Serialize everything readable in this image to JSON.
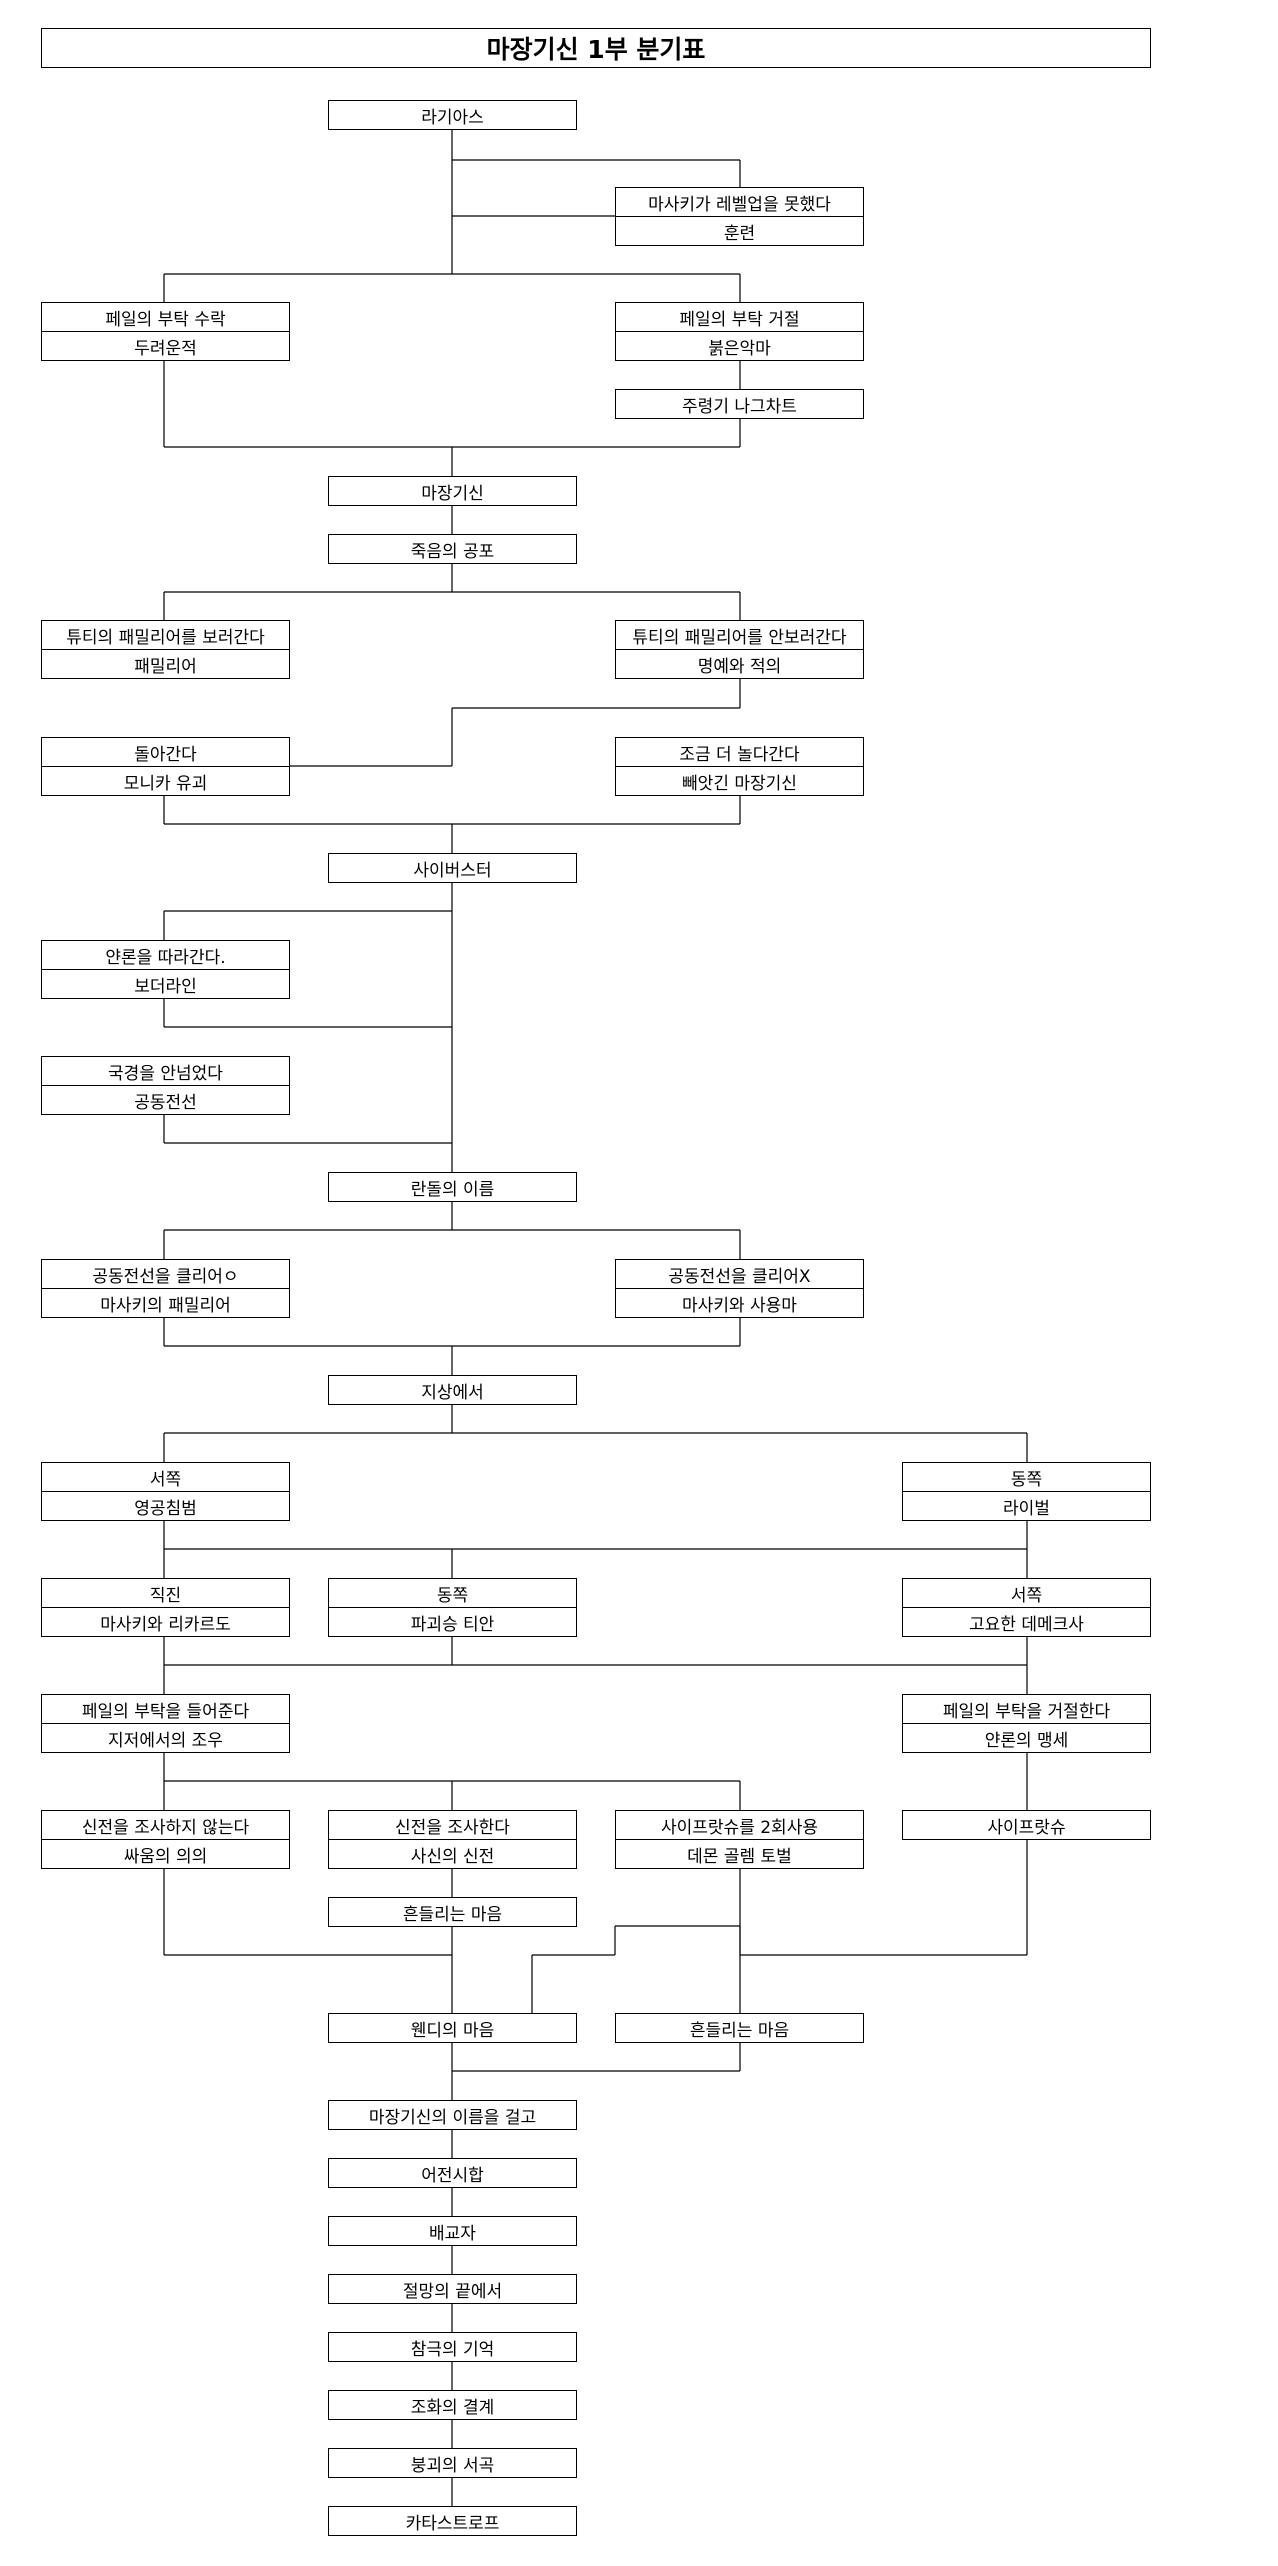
{
  "title": "마장기신 1부 분기표",
  "nodes": {
    "n1": [
      "라기아스"
    ],
    "n2": [
      "마사키가 레벨업을 못했다",
      "훈련"
    ],
    "n3": [
      "페일의 부탁 수락",
      "두려운적"
    ],
    "n4": [
      "페일의 부탁 거절",
      "붉은악마"
    ],
    "n5": [
      "주령기 나그차트"
    ],
    "n6": [
      "마장기신"
    ],
    "n7": [
      "죽음의 공포"
    ],
    "n8": [
      "튜티의 패밀리어를 보러간다",
      "패밀리어"
    ],
    "n9": [
      "튜티의 패밀리어를 안보러간다",
      "명예와 적의"
    ],
    "n10": [
      "돌아간다",
      "모니카 유괴"
    ],
    "n11": [
      "조금 더 놀다간다",
      "빼앗긴 마장기신"
    ],
    "n12": [
      "사이버스터"
    ],
    "n13": [
      "얀론을 따라간다.",
      "보더라인"
    ],
    "n14": [
      "국경을 안넘었다",
      "공동전선"
    ],
    "n15": [
      "란돌의 이름"
    ],
    "n16": [
      "공동전선을 클리어ㅇ",
      "마사키의 패밀리어"
    ],
    "n17": [
      "공동전선을 클리어X",
      "마사키와 사용마"
    ],
    "n18": [
      "지상에서"
    ],
    "n19": [
      "서쪽",
      "영공침범"
    ],
    "n20": [
      "동쪽",
      "라이벌"
    ],
    "n21": [
      "직진",
      "마사키와 리카르도"
    ],
    "n22": [
      "동쪽",
      "파괴승 티안"
    ],
    "n23": [
      "서쪽",
      "고요한 데메크사"
    ],
    "n24": [
      "페일의 부탁을 들어준다",
      "지저에서의 조우"
    ],
    "n25": [
      "페일의 부탁을 거절한다",
      "얀론의 맹세"
    ],
    "n26": [
      "신전을 조사하지 않는다",
      "싸움의 의의"
    ],
    "n27": [
      "신전을 조사한다",
      "사신의 신전"
    ],
    "n28": [
      "사이프랏슈를 2회사용",
      "데몬 골렘 토벌"
    ],
    "n29": [
      "사이프랏슈"
    ],
    "n30": [
      "흔들리는 마음"
    ],
    "n31": [
      "웬디의 마음"
    ],
    "n32": [
      "흔들리는 마음"
    ],
    "n33": [
      "마장기신의 이름을 걸고"
    ],
    "n34": [
      "어전시합"
    ],
    "n35": [
      "배교자"
    ],
    "n36": [
      "절망의 끝에서"
    ],
    "n37": [
      "참극의 기억"
    ],
    "n38": [
      "조화의 결계"
    ],
    "n39": [
      "붕괴의 서곡"
    ],
    "n40": [
      "카타스트로프"
    ]
  }
}
